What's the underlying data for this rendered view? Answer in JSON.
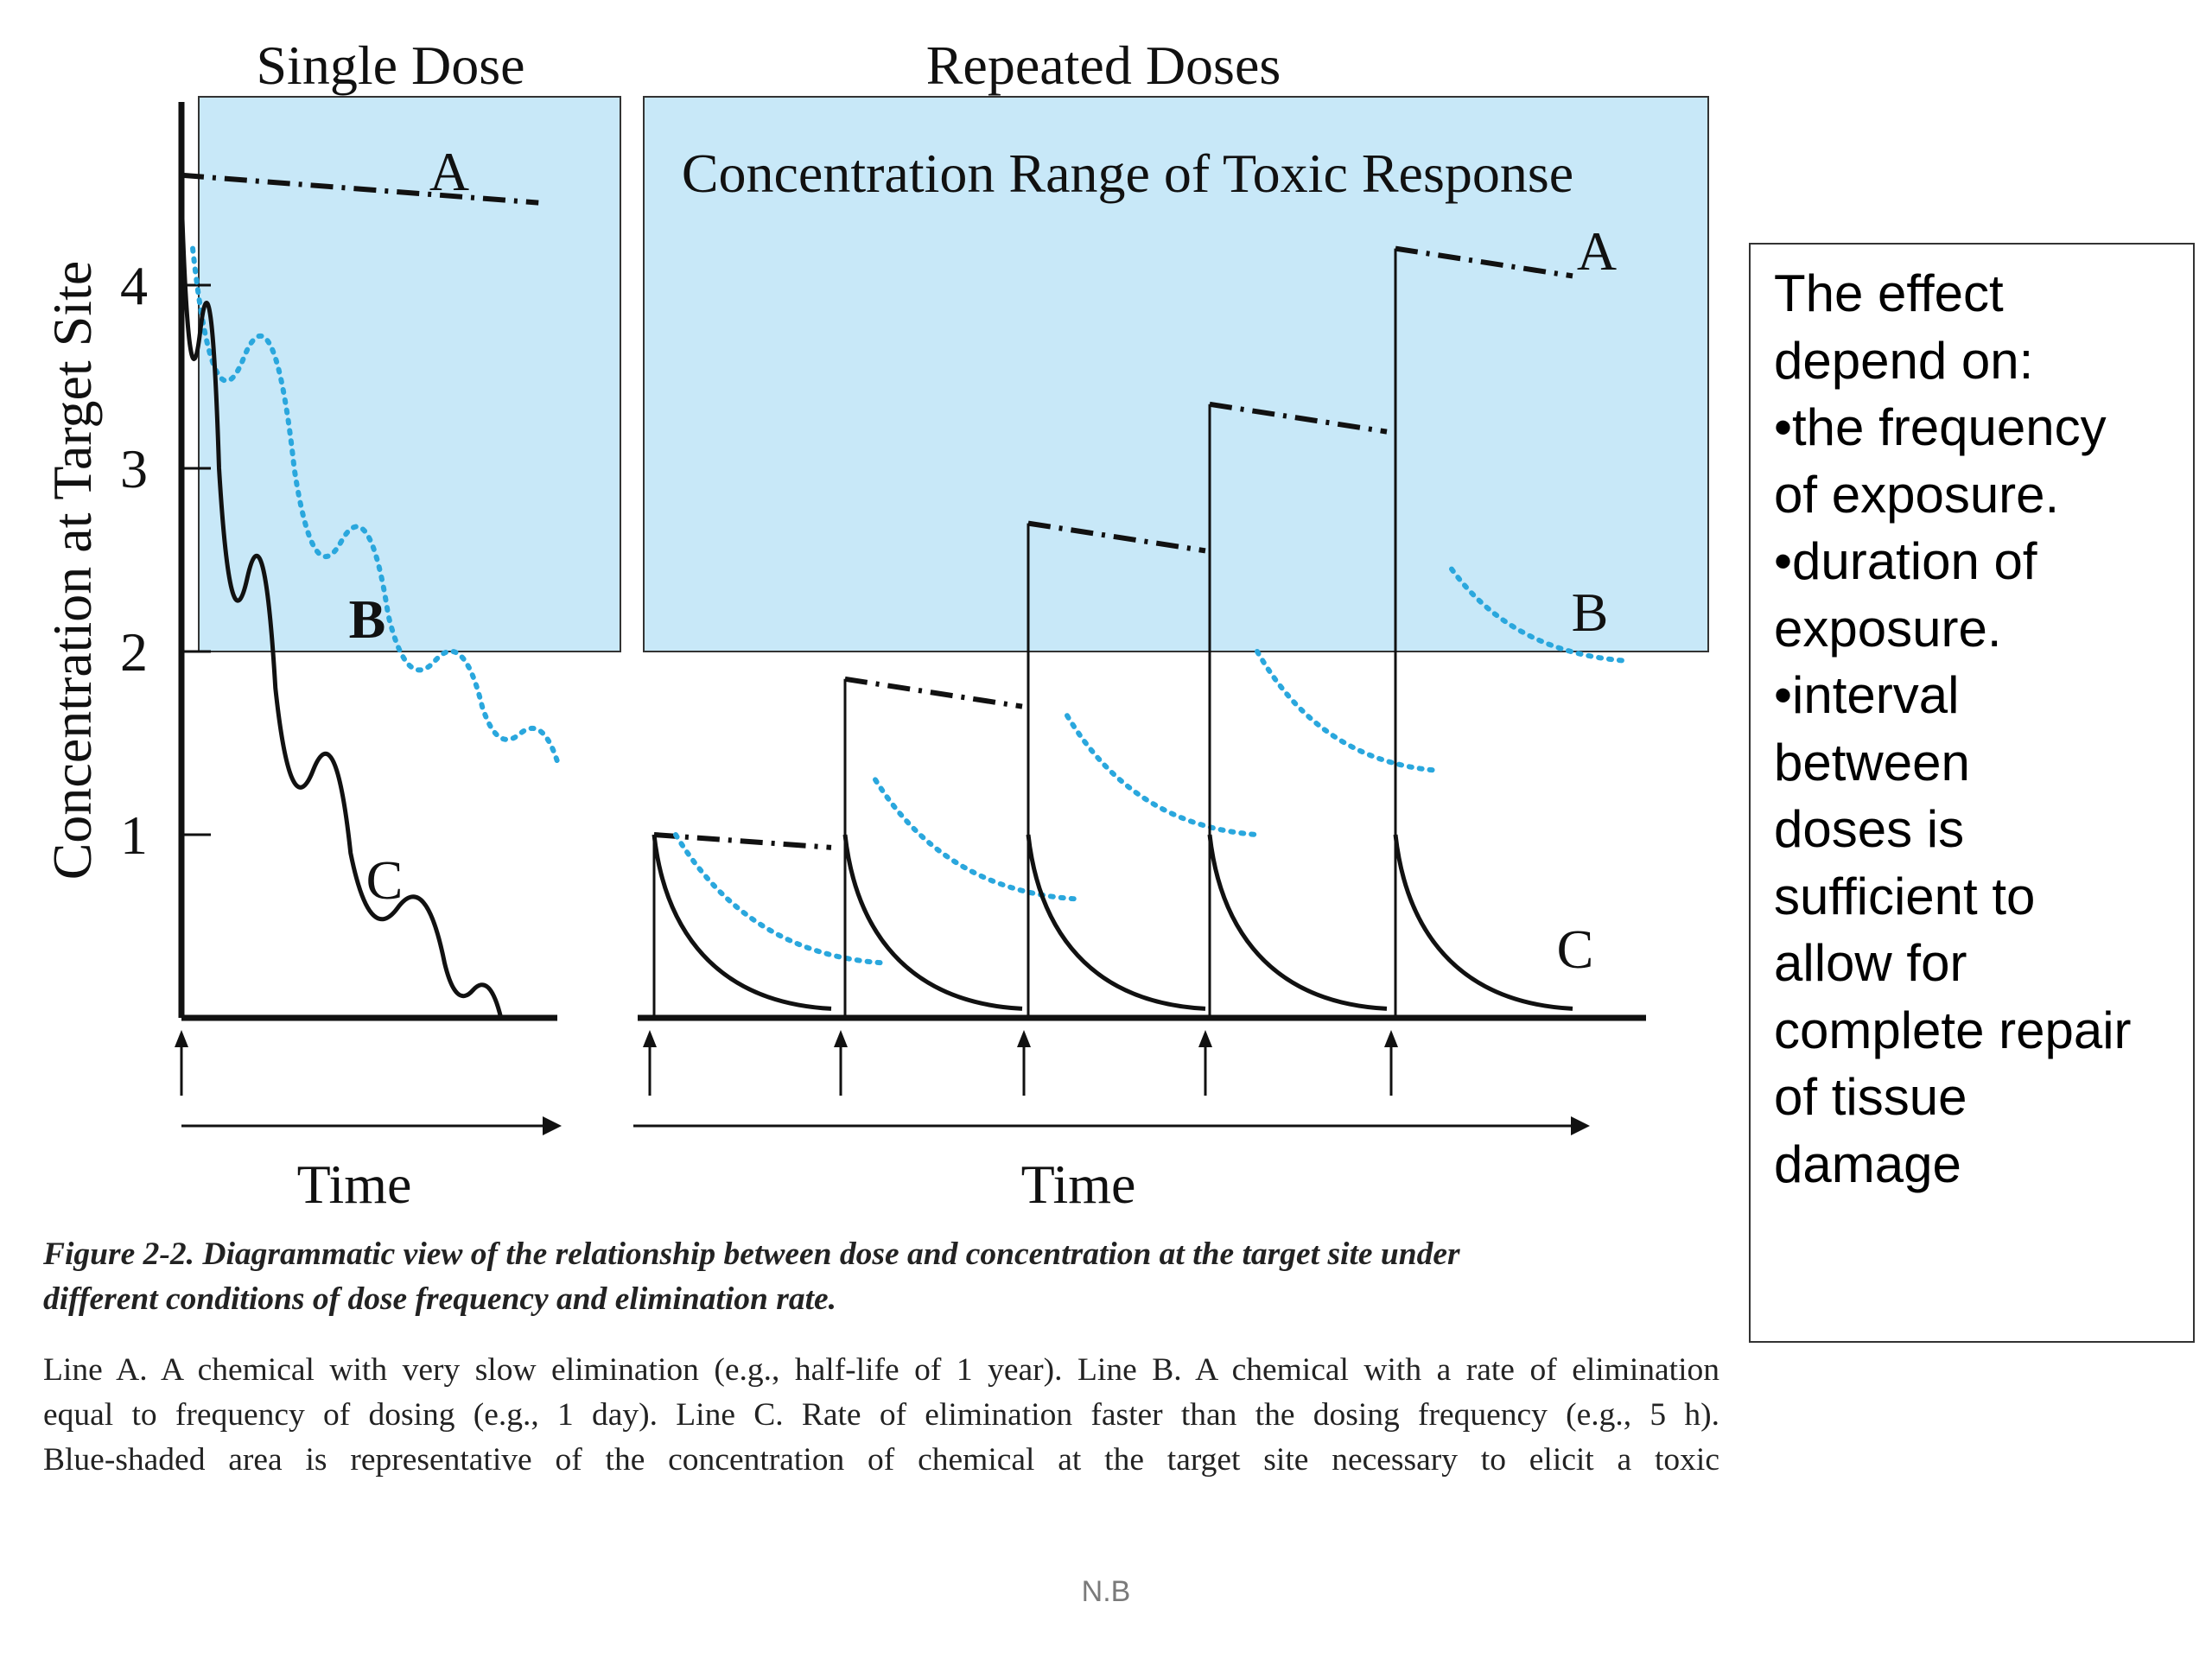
{
  "chart_data": [
    {
      "type": "line",
      "title": "Single Dose",
      "xlabel": "Time",
      "ylabel": "Concentration at Target Site",
      "y_ticks": [
        "1",
        "2",
        "3",
        "4"
      ],
      "ylim": [
        0,
        5
      ],
      "shaded_region": {
        "y_from": 2,
        "y_to": 5,
        "color": "#c8e8f8"
      },
      "series": [
        {
          "name": "A",
          "style": "dash-dot",
          "color": "#111111",
          "points": [
            [
              0,
              4.6
            ],
            [
              0.95,
              4.45
            ]
          ]
        },
        {
          "name": "B",
          "style": "dotted",
          "color": "#2aa7dd",
          "points": [
            [
              0.03,
              4.2
            ],
            [
              0.3,
              3.0
            ],
            [
              0.55,
              2.2
            ],
            [
              0.8,
              1.7
            ],
            [
              1.0,
              1.4
            ]
          ]
        },
        {
          "name": "C",
          "style": "solid",
          "color": "#111111",
          "points": [
            [
              0.0,
              4.5
            ],
            [
              0.1,
              3.0
            ],
            [
              0.25,
              1.8
            ],
            [
              0.45,
              0.9
            ],
            [
              0.7,
              0.3
            ],
            [
              0.85,
              0.0
            ]
          ]
        }
      ],
      "dose_markers": [
        0
      ]
    },
    {
      "type": "line",
      "title": "Repeated Doses",
      "xlabel": "Time",
      "shaded_label": "Concentration Range of Toxic Response",
      "shaded_region": {
        "y_from": 2,
        "y_to": 5,
        "color": "#c8e8f8"
      },
      "dose_markers": [
        0,
        1,
        2,
        3,
        4
      ],
      "series": [
        {
          "name": "A",
          "style": "dash-dot",
          "color": "#111111",
          "peaks": [
            1.0,
            1.85,
            2.7,
            3.35,
            4.2
          ],
          "troughs": [
            0.93,
            1.7,
            2.55,
            3.2,
            4.05
          ]
        },
        {
          "name": "B",
          "style": "dotted",
          "color": "#2aa7dd",
          "peaks": [
            1.0,
            1.3,
            1.65,
            2.0,
            2.45
          ],
          "troughs": [
            0.3,
            0.65,
            1.0,
            1.35,
            1.95
          ]
        },
        {
          "name": "C",
          "style": "solid",
          "color": "#111111",
          "peaks": [
            1.0,
            1.0,
            1.0,
            1.0,
            1.0
          ],
          "troughs": [
            0.05,
            0.05,
            0.05,
            0.05,
            0.05
          ]
        }
      ]
    }
  ],
  "side_box": {
    "lines": [
      "The effect",
      "depend on:",
      "•the frequency",
      "of exposure.",
      "•duration of",
      "exposure.",
      "•interval",
      "between",
      "doses is",
      "sufficient to",
      "allow for",
      "complete repair",
      "of tissue",
      "damage"
    ]
  },
  "caption": {
    "figure_lines": [
      "Figure 2-2.  Diagrammatic view of the relationship between dose and concentration at the target site under",
      "different conditions of dose frequency and elimination rate."
    ],
    "body_lines": [
      "Line A. A chemical with very slow elimination (e.g., half-life of 1 year). Line B. A chemical with a rate of elimination",
      "equal to frequency of dosing (e.g., 1 day). Line C. Rate of elimination faster than the dosing frequency (e.g., 5 h).",
      "Blue-shaded area is representative of the concentration of chemical at the target site necessary to elicit a toxic"
    ]
  },
  "footer": "N.B"
}
